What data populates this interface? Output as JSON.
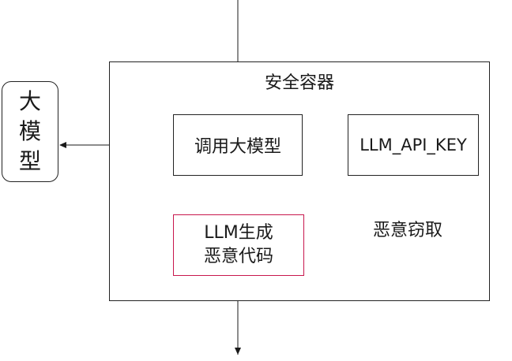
{
  "diagram": {
    "container_title": "安全容器",
    "model_label": "大模型",
    "call_label": "调用大模型",
    "key_label": "LLM_API_KEY",
    "gen_line1": "LLM生成",
    "gen_line2": "恶意代码",
    "steal_label": "恶意窃取"
  },
  "colors": {
    "line": "#1a1a1a",
    "dashed": "#888888",
    "malicious": "#c8174d"
  }
}
